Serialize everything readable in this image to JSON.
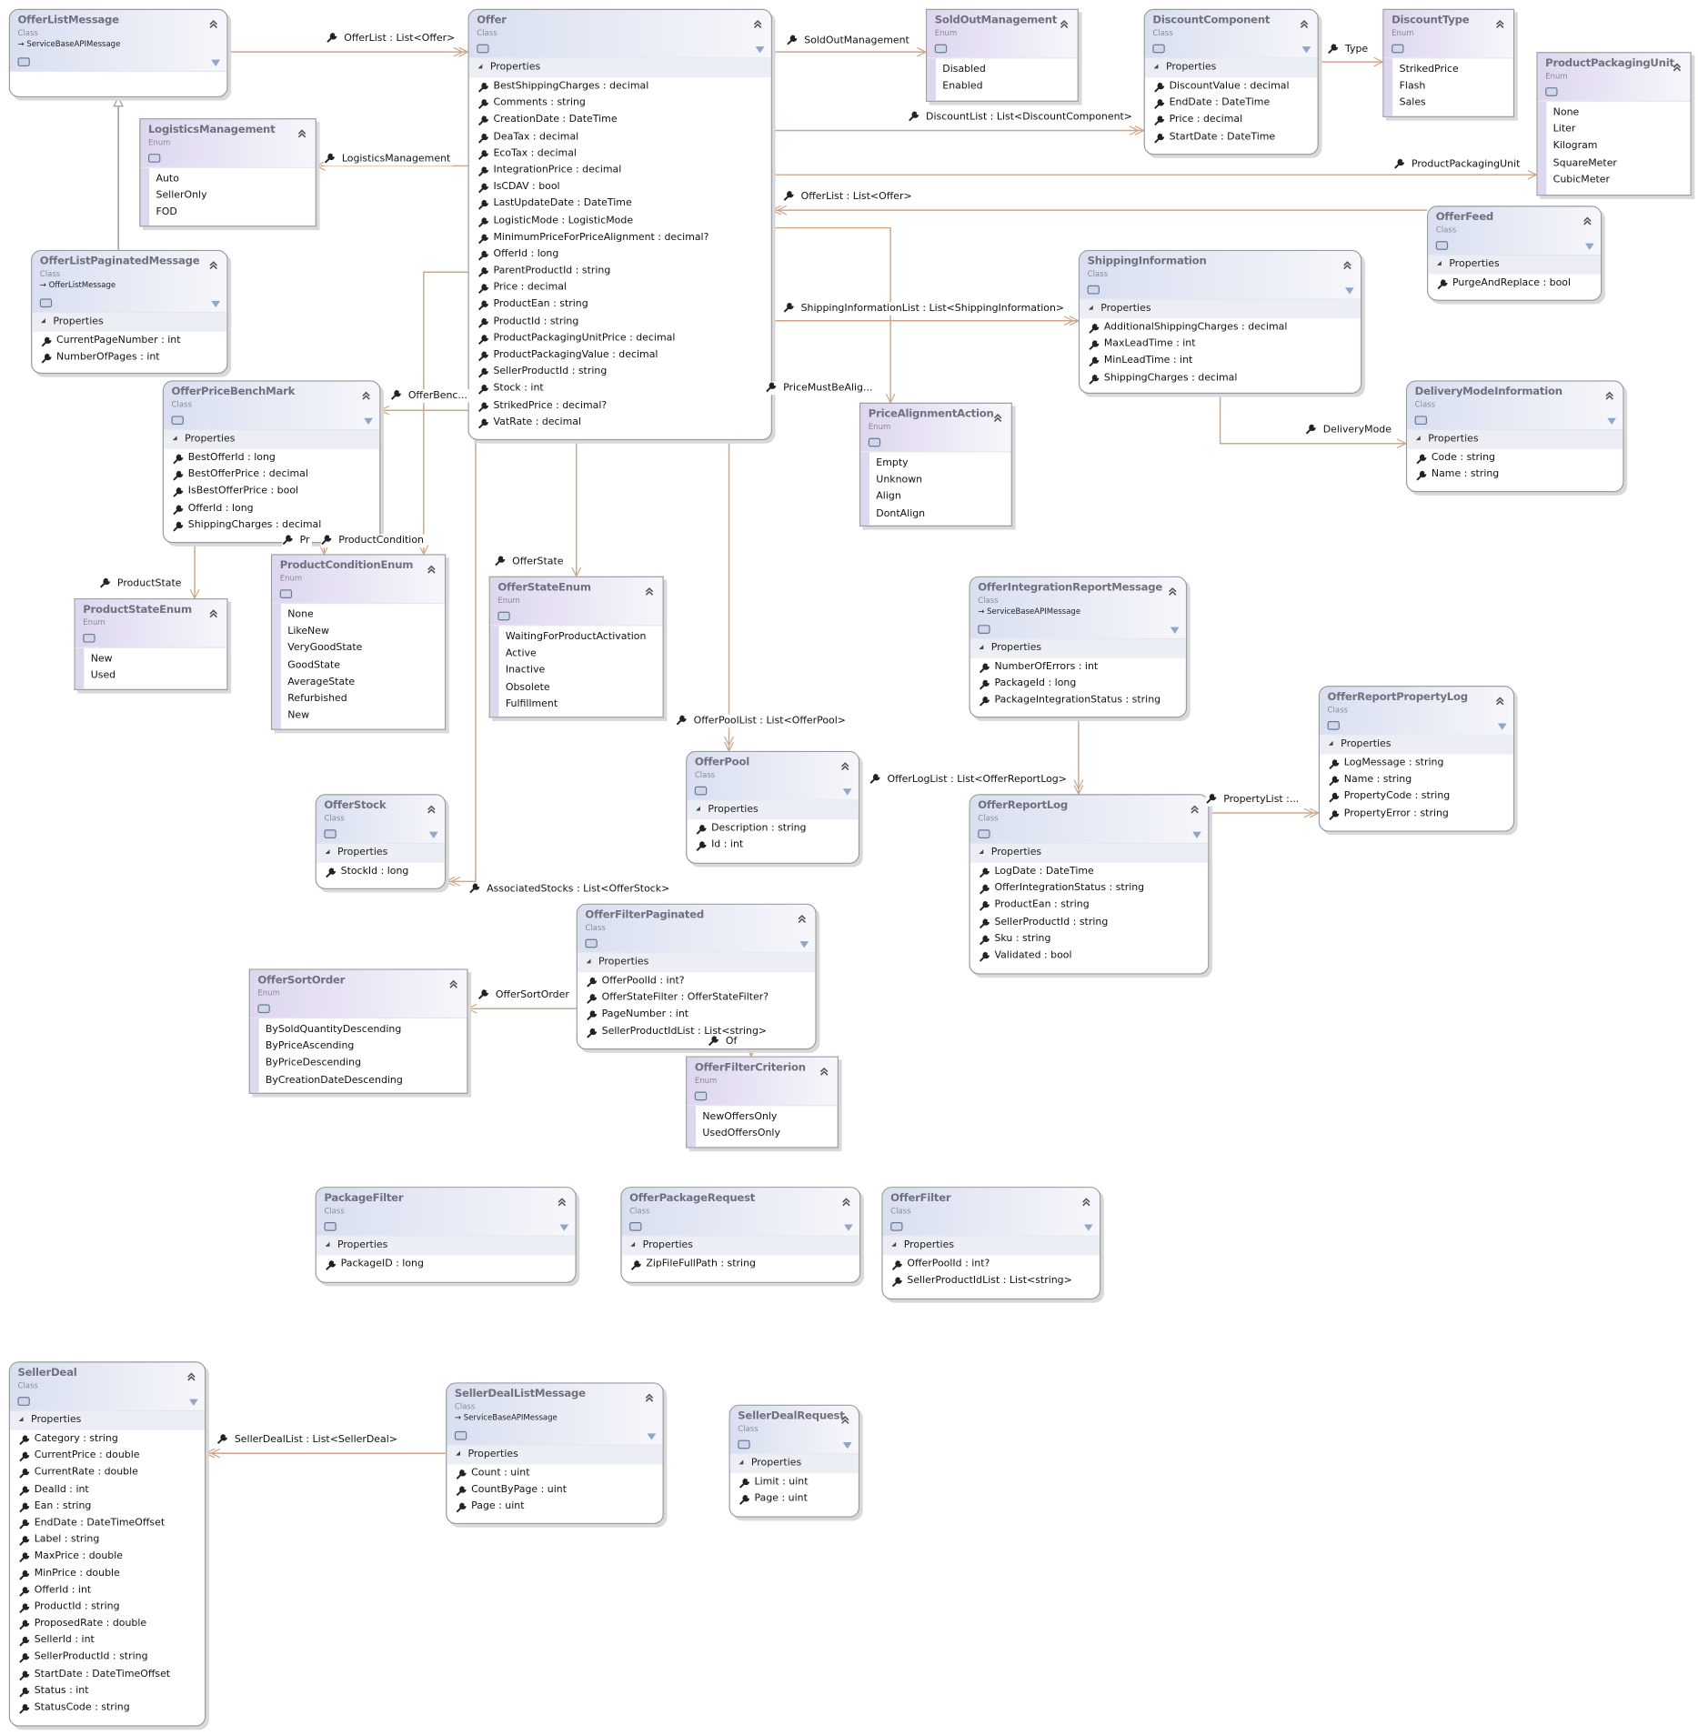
{
  "types": [
    {
      "name": "OfferListMessage",
      "kind": "Class",
      "base": "ServiceBaseAPIMessage",
      "members": null
    },
    {
      "name": "Offer",
      "kind": "Class",
      "section": "Properties",
      "members": [
        "BestShippingCharges : decimal",
        "Comments : string",
        "CreationDate : DateTime",
        "DeaTax : decimal",
        "EcoTax : decimal",
        "IntegrationPrice : decimal",
        "IsCDAV : bool",
        "LastUpdateDate : DateTime",
        "LogisticMode : LogisticMode",
        "MinimumPriceForPriceAlignment : decimal?",
        "OfferId : long",
        "ParentProductId : string",
        "Price : decimal",
        "ProductEan : string",
        "ProductId : string",
        "ProductPackagingUnitPrice : decimal",
        "ProductPackagingValue : decimal",
        "SellerProductId : string",
        "Stock : int",
        "StrikedPrice : decimal?",
        "VatRate : decimal"
      ]
    },
    {
      "name": "SoldOutManagement",
      "kind": "Enum",
      "members": [
        "Disabled",
        "Enabled"
      ]
    },
    {
      "name": "DiscountComponent",
      "kind": "Class",
      "section": "Properties",
      "members": [
        "DiscountValue : decimal",
        "EndDate : DateTime",
        "Price : decimal",
        "StartDate : DateTime"
      ]
    },
    {
      "name": "DiscountType",
      "kind": "Enum",
      "members": [
        "StrikedPrice",
        "Flash",
        "Sales"
      ]
    },
    {
      "name": "ProductPackagingUnit",
      "kind": "Enum",
      "members": [
        "None",
        "Liter",
        "Kilogram",
        "SquareMeter",
        "CubicMeter"
      ]
    },
    {
      "name": "LogisticsManagement",
      "kind": "Enum",
      "members": [
        "Auto",
        "SellerOnly",
        "FOD"
      ]
    },
    {
      "name": "OfferListPaginatedMessage",
      "kind": "Class",
      "base": "OfferListMessage",
      "section": "Properties",
      "members": [
        "CurrentPageNumber : int",
        "NumberOfPages : int"
      ]
    },
    {
      "name": "OfferFeed",
      "kind": "Class",
      "section": "Properties",
      "members": [
        "PurgeAndReplace : bool"
      ]
    },
    {
      "name": "ShippingInformation",
      "kind": "Class",
      "section": "Properties",
      "members": [
        "AdditionalShippingCharges : decimal",
        "MaxLeadTime : int",
        "MinLeadTime : int",
        "ShippingCharges : decimal"
      ]
    },
    {
      "name": "DeliveryModeInformation",
      "kind": "Class",
      "section": "Properties",
      "members": [
        "Code : string",
        "Name : string"
      ]
    },
    {
      "name": "OfferPriceBenchMark",
      "kind": "Class",
      "section": "Properties",
      "members": [
        "BestOfferId : long",
        "BestOfferPrice : decimal",
        "IsBestOfferPrice : bool",
        "OfferId : long",
        "ShippingCharges : decimal"
      ]
    },
    {
      "name": "PriceAlignmentAction",
      "kind": "Enum",
      "members": [
        "Empty",
        "Unknown",
        "Align",
        "DontAlign"
      ]
    },
    {
      "name": "ProductConditionEnum",
      "kind": "Enum",
      "members": [
        "None",
        "LikeNew",
        "VeryGoodState",
        "GoodState",
        "AverageState",
        "Refurbished",
        "New"
      ]
    },
    {
      "name": "ProductStateEnum",
      "kind": "Enum",
      "members": [
        "New",
        "Used"
      ]
    },
    {
      "name": "OfferStateEnum",
      "kind": "Enum",
      "members": [
        "WaitingForProductActivation",
        "Active",
        "Inactive",
        "Obsolete",
        "Fulfillment"
      ]
    },
    {
      "name": "OfferIntegrationReportMessage",
      "kind": "Class",
      "base": "ServiceBaseAPIMessage",
      "section": "Properties",
      "members": [
        "NumberOfErrors : int",
        "PackageId : long",
        "PackageIntegrationStatus : string"
      ]
    },
    {
      "name": "OfferReportPropertyLog",
      "kind": "Class",
      "section": "Properties",
      "members": [
        "LogMessage : string",
        "Name : string",
        "PropertyCode : string",
        "PropertyError : string"
      ]
    },
    {
      "name": "OfferPool",
      "kind": "Class",
      "section": "Properties",
      "members": [
        "Description : string",
        "Id : int"
      ]
    },
    {
      "name": "OfferReportLog",
      "kind": "Class",
      "section": "Properties",
      "members": [
        "LogDate : DateTime",
        "OfferIntegrationStatus : string",
        "ProductEan : string",
        "SellerProductId : string",
        "Sku : string",
        "Validated : bool"
      ]
    },
    {
      "name": "OfferStock",
      "kind": "Class",
      "section": "Properties",
      "members": [
        "StockId : long"
      ]
    },
    {
      "name": "OfferFilterPaginated",
      "kind": "Class",
      "section": "Properties",
      "members": [
        "OfferPoolId : int?",
        "OfferStateFilter : OfferStateFilter?",
        "PageNumber : int",
        "SellerProductIdList : List<string>"
      ]
    },
    {
      "name": "OfferSortOrder",
      "kind": "Enum",
      "members": [
        "BySoldQuantityDescending",
        "ByPriceAscending",
        "ByPriceDescending",
        "ByCreationDateDescending"
      ]
    },
    {
      "name": "OfferFilterCriterion",
      "kind": "Enum",
      "members": [
        "NewOffersOnly",
        "UsedOffersOnly"
      ]
    },
    {
      "name": "PackageFilter",
      "kind": "Class",
      "section": "Properties",
      "members": [
        "PackageID : long"
      ]
    },
    {
      "name": "OfferPackageRequest",
      "kind": "Class",
      "section": "Properties",
      "members": [
        "ZipFileFullPath : string"
      ]
    },
    {
      "name": "OfferFilter",
      "kind": "Class",
      "section": "Properties",
      "members": [
        "OfferPoolId : int?",
        "SellerProductIdList : List<string>"
      ]
    },
    {
      "name": "SellerDeal",
      "kind": "Class",
      "section": "Properties",
      "members": [
        "Category : string",
        "CurrentPrice : double",
        "CurrentRate : double",
        "DealId : int",
        "Ean : string",
        "EndDate : DateTimeOffset",
        "Label : string",
        "MaxPrice : double",
        "MinPrice : double",
        "OfferId : int",
        "ProductId : string",
        "ProposedRate : double",
        "SellerId : int",
        "SellerProductId : string",
        "StartDate : DateTimeOffset",
        "Status : int",
        "StatusCode : string"
      ]
    },
    {
      "name": "SellerDealListMessage",
      "kind": "Class",
      "base": "ServiceBaseAPIMessage",
      "section": "Properties",
      "members": [
        "Count : uint",
        "CountByPage : uint",
        "Page : uint"
      ]
    },
    {
      "name": "SellerDealRequest",
      "kind": "Class",
      "section": "Properties",
      "members": [
        "Limit : uint",
        "Page : uint"
      ]
    }
  ],
  "connectors": [
    {
      "label": "OfferList : List<Offer>"
    },
    {
      "label": ""
    },
    {
      "label": "LogisticsManagement"
    },
    {
      "label": "SoldOutManagement"
    },
    {
      "label": "DiscountList : List<DiscountComponent>"
    },
    {
      "label": "Type"
    },
    {
      "label": "ProductPackagingUnit"
    },
    {
      "label": "OfferList : List<Offer>"
    },
    {
      "label": "ShippingInformationList : List<ShippingInformation>"
    },
    {
      "label": "PriceMustBeAlig..."
    },
    {
      "label": "DeliveryMode"
    },
    {
      "label": "OfferBenc..."
    },
    {
      "label": "ProductCondition"
    },
    {
      "label": "Pr"
    },
    {
      "label": "ProductState"
    },
    {
      "label": "OfferState"
    },
    {
      "label": "OfferPoolList : List<OfferPool>"
    },
    {
      "label": "AssociatedStocks : List<OfferStock>"
    },
    {
      "label": "OfferLogList : List<OfferReportLog>"
    },
    {
      "label": "PropertyList :..."
    },
    {
      "label": "OfferSortOrder"
    },
    {
      "label": "Of"
    },
    {
      "label": "SellerDealList : List<SellerDeal>"
    }
  ],
  "colors": {
    "connector": "#cfa588",
    "inheritance": "#9a9a9a",
    "class_header": "#d9dff0",
    "enum_header": "#ddd6ee"
  }
}
